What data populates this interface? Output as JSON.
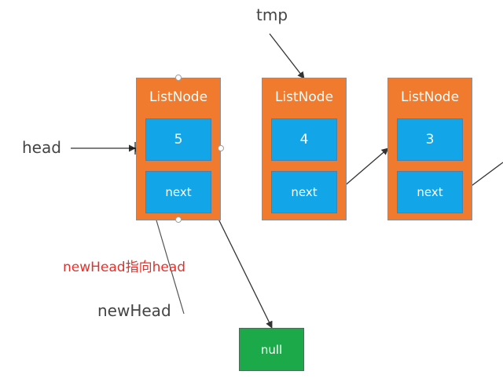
{
  "labels": {
    "tmp": "tmp",
    "head": "head",
    "new_head": "newHead",
    "note": "newHead指向head"
  },
  "nodes": [
    {
      "title": "ListNode",
      "value": "5",
      "next": "next"
    },
    {
      "title": "ListNode",
      "value": "4",
      "next": "next"
    },
    {
      "title": "ListNode",
      "value": "3",
      "next": "next"
    }
  ],
  "null_node": {
    "label": "null"
  },
  "colors": {
    "node_fill": "#f07a2e",
    "field_fill": "#12a6e8",
    "null_fill": "#1ca94a",
    "note_text": "#e8302b",
    "arrow": "#333333"
  }
}
